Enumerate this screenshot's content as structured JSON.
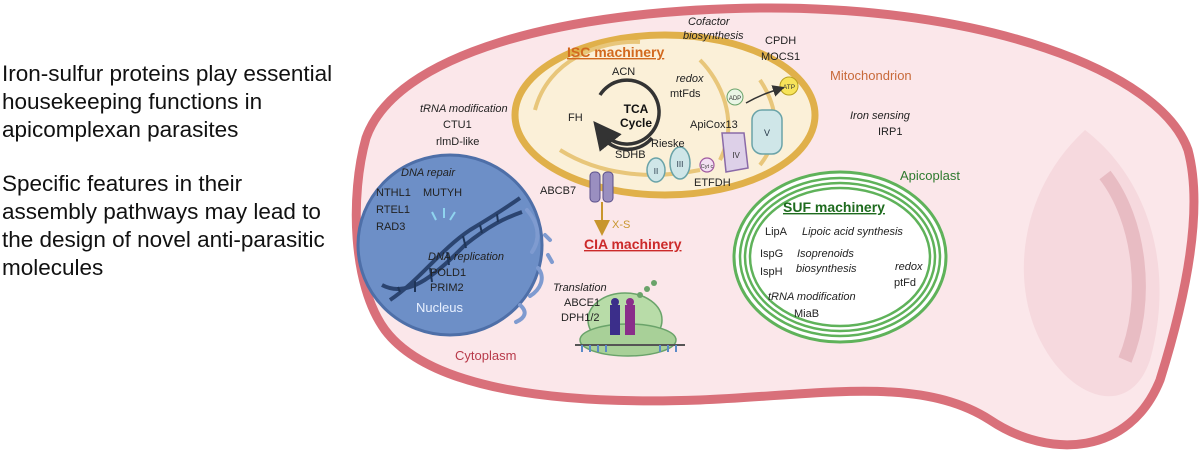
{
  "intro": {
    "paragraph_1": "Iron-sulfur proteins play essential housekeeping functions in apicomplexan parasites",
    "paragraph_2": "Specific features in their assembly pathways may lead to the design of novel anti-parasitic molecules"
  },
  "compartments": {
    "mitochondrion": "Mitochondrion",
    "apicoplast": "Apicoplast",
    "nucleus": "Nucleus",
    "cytoplasm": "Cytoplasm"
  },
  "machineries": {
    "isc": "ISC machinery",
    "suf": "SUF machinery",
    "cia": "CIA machinery"
  },
  "mitochondrion": {
    "tca_line1": "TCA",
    "tca_line2": "Cycle",
    "acn": "ACN",
    "fh": "FH",
    "sdhb": "SDHB",
    "rieske": "Rieske",
    "cofactor_line1": "Cofactor",
    "cofactor_line2": "biosynthesis",
    "cpdh": "CPDH",
    "mocs1": "MOCS1",
    "redox": "redox",
    "mtfds": "mtFds",
    "adp": "ADP",
    "atp": "ATP",
    "apicox13": "ApiCox13",
    "complex_ii": "II",
    "complex_iii": "III",
    "complex_iv": "IV",
    "complex_v": "V",
    "cytc": "Cyt c",
    "etfdh": "ETFDH"
  },
  "cytoplasm_items": {
    "iron_sensing": "Iron sensing",
    "irp1": "IRP1",
    "trna_mod": "tRNA modification",
    "ctu1": "CTU1",
    "rlmd": "rlmD-like",
    "abcb7": "ABCB7",
    "xs": "X-S",
    "translation": "Translation",
    "abce1": "ABCE1",
    "dph": "DPH1/2"
  },
  "nucleus_items": {
    "dna_repair": "DNA repair",
    "nthl1": "NTHL1",
    "mutyh": "MUTYH",
    "rtel1": "RTEL1",
    "rad3": "RAD3",
    "dna_replication": "DNA replication",
    "pold1": "POLD1",
    "prim2": "PRIM2"
  },
  "apicoplast_items": {
    "lipa": "LipA",
    "lipoic": "Lipoic acid synthesis",
    "ispg": "IspG",
    "isph": "IspH",
    "isoprenoids_line1": "Isoprenoids",
    "isoprenoids_line2": "biosynthesis",
    "redox": "redox",
    "ptfd": "ptFd",
    "trna_mod": "tRNA modification",
    "miab": "MiaB"
  },
  "colors": {
    "cell_border": "#d9707a",
    "cell_fill": "#fbe7ea",
    "mito_border": "#e0b04a",
    "mito_fill": "#fbf0d8",
    "nucleus_fill": "#6d8fc7",
    "apicoplast_border": "#5fb25a",
    "isc_text": "#d2691e",
    "cia_text": "#cc2a2a",
    "suf_text": "#1e6b1e"
  }
}
